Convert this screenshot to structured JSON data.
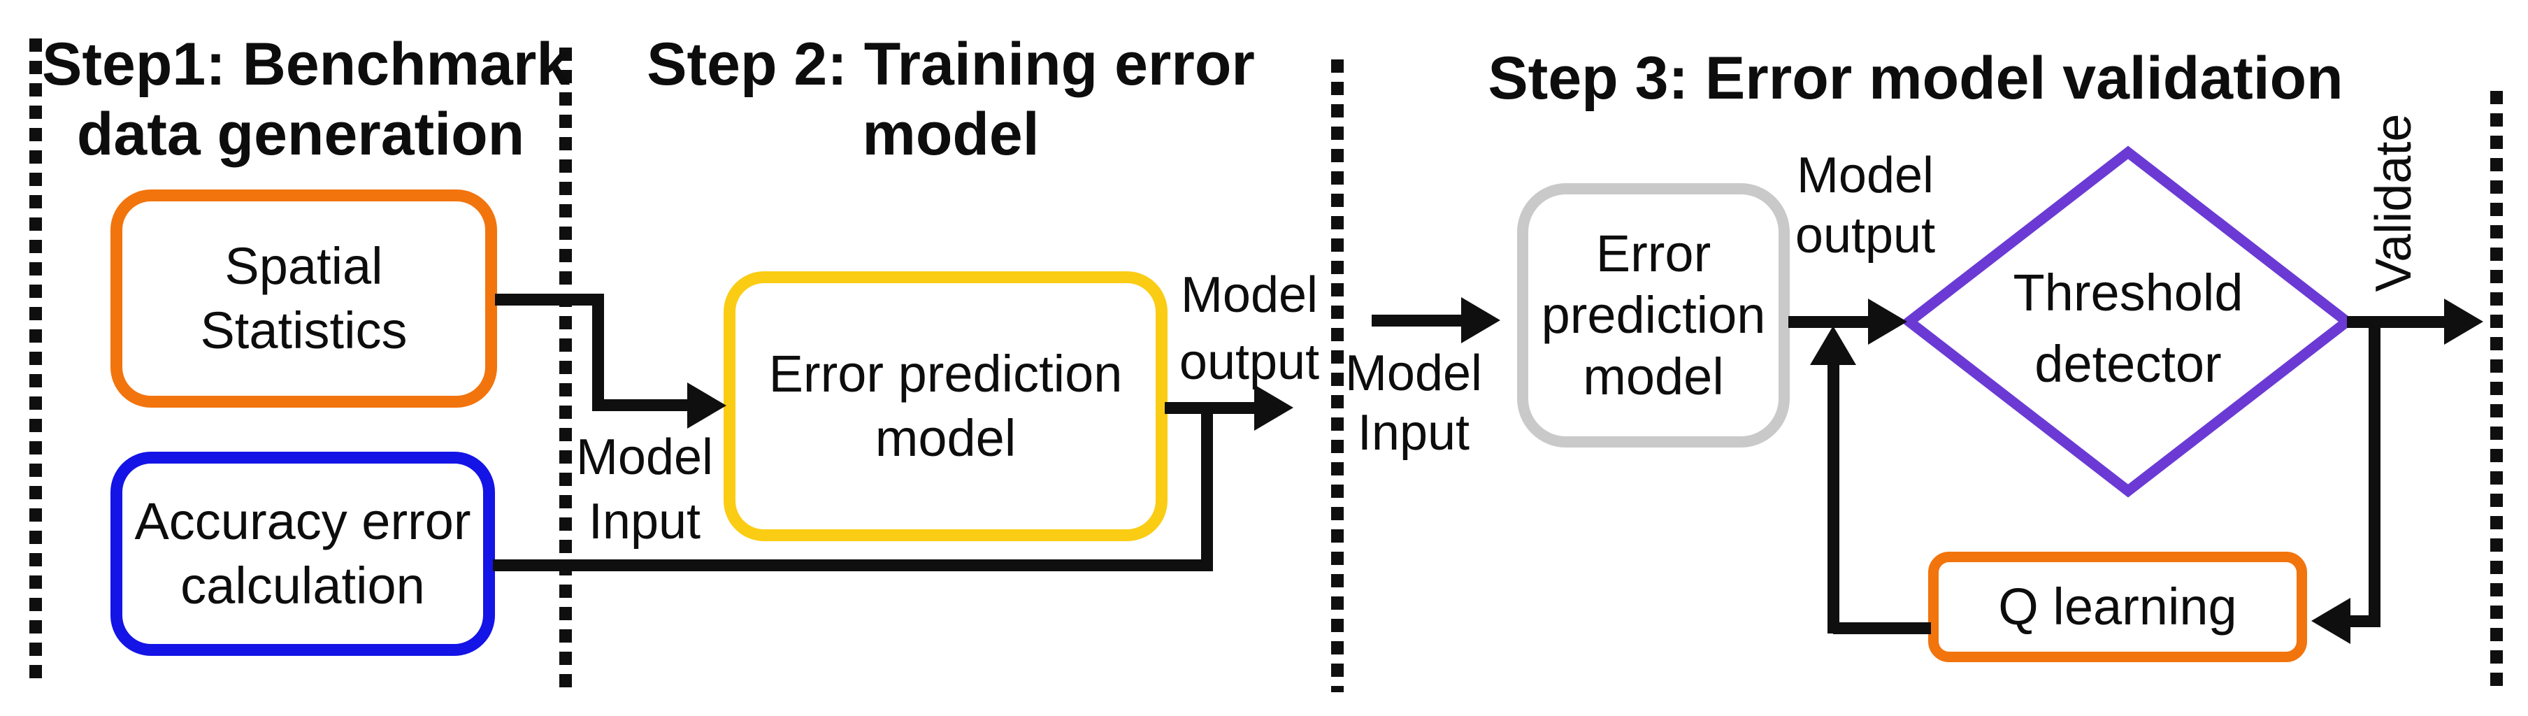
{
  "figure": {
    "type": "process-flow-diagram",
    "description": "Three-step error model workflow diagram"
  },
  "colors": {
    "ink": "#0f0f0f",
    "orange": "#F2740D",
    "blue": "#1414E6",
    "yellow": "#FACC14",
    "gray": "#C9C9C9",
    "purple": "#6B3AD4",
    "background": "#ffffff"
  },
  "step1": {
    "title_line1": "Step1: Benchmark",
    "title_line2": "data generation",
    "box1_line1": "Spatial",
    "box1_line2": "Statistics",
    "box2_line1": "Accuracy error",
    "box2_line2": "calculation"
  },
  "step2": {
    "title_line1": "Step 2: Training error",
    "title_line2": "model",
    "box_line1": "Error prediction",
    "box_line2": "model",
    "input_line1": "Model",
    "input_line2": "Input",
    "output_line1": "Model",
    "output_line2": "output"
  },
  "step3": {
    "title": "Step 3: Error model validation",
    "box_line1": "Error",
    "box_line2": "prediction",
    "box_line3": "model",
    "input_line1": "Model",
    "input_line2": "Input",
    "output_line1": "Model",
    "output_line2": "output",
    "diamond_line1": "Threshold",
    "diamond_line2": "detector",
    "qlearning_label": "Q learning",
    "validate_label": "Validate"
  }
}
